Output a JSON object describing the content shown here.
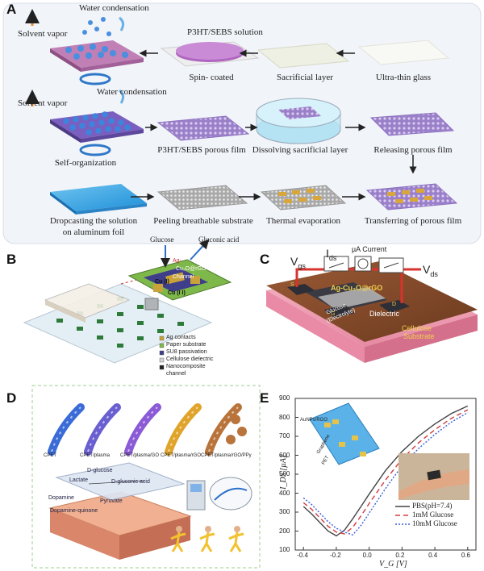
{
  "panels": {
    "a": "A",
    "b": "B",
    "c": "C",
    "d": "D",
    "e": "E"
  },
  "a": {
    "water_condensation_1": "Water condensation",
    "solvent_vapor_1": "Solvent vapor",
    "p3ht_sebs_solution": "P3HT/SEBS solution",
    "spin_coated": "Spin-  coated",
    "sacrificial_layer": "Sacrificial layer",
    "ultra_thin_glass": "Ultra-thin glass",
    "solvent_vapor_2": "Solvent vapor",
    "water_condensation_2": "Water condensation",
    "self_organization": "Self-organization",
    "porous_film": "P3HT/SEBS porous film",
    "dissolving": "Dissolving sacrificial layer",
    "releasing": "Releasing porous film",
    "dropcasting_1": "Dropcasting the solution",
    "dropcasting_2": "on aluminum foil",
    "peeling": "Peeling breathable substrate",
    "thermal": "Thermal evaporation",
    "transferring": "Transferring of porous film"
  },
  "b": {
    "glucose": "Glucose",
    "gluconic": "Gluconic acid",
    "ag": "Ag-",
    "cu_rgo": "Cu₂O@rGO",
    "channel": "Channel",
    "cu1": "Cu (I)",
    "cu2": "Cu (I I)",
    "legend": [
      "Ag contacts",
      "Paper substrate",
      "SU8 passivation",
      "Cellulose dielectric",
      "Nanocomposite",
      "channel"
    ],
    "legend_colors": [
      "#c9a23a",
      "#7fb84a",
      "#3e3e8a",
      "#cfd2d6",
      "#222222"
    ]
  },
  "c": {
    "vgs": "V",
    "vgs_sub": "gs",
    "ids": "I",
    "ids_sub": "ds",
    "current": "µA Current",
    "vds": "V",
    "vds_sub": "ds",
    "channel": "Ag-Cu₂O@rGO",
    "glucose": "Glucose",
    "electrolyte": "(Electrolyte)",
    "dielectric": "Dielectric",
    "cellulose": "Cellulose",
    "substrate": "Substrate",
    "s": "S",
    "g": "G",
    "d": "D"
  },
  "d": {
    "fibers": [
      "CPET",
      "CPET/plasma",
      "CPET/plasma/GO",
      "CPET/plasma/rGO",
      "CPET/plasma/rGO/PPy"
    ],
    "fiber_colors": [
      "#3a6bd6",
      "#6a5fd0",
      "#8b5ad6",
      "#e0a42a",
      "#b8743a"
    ],
    "molecules": [
      "D-glucose",
      "Lactate",
      "D-gluconic acid",
      "Dopamine",
      "Pyruvate",
      "Dopamine-quinone"
    ]
  },
  "e": {
    "chart_data": {
      "type": "line",
      "xlabel": "V_G [V]",
      "ylabel": "I_DS [µA]",
      "xlim": [
        -0.45,
        0.65
      ],
      "ylim": [
        100,
        900
      ],
      "xticks": [
        -0.4,
        -0.2,
        0.0,
        0.2,
        0.4,
        0.6
      ],
      "yticks": [
        100,
        200,
        300,
        400,
        500,
        600,
        700,
        800,
        900
      ],
      "series": [
        {
          "name": "PBS(pH=7.4)",
          "color": "#444444",
          "dash": "",
          "points": [
            [
              -0.4,
              330
            ],
            [
              -0.35,
              290
            ],
            [
              -0.3,
              245
            ],
            [
              -0.25,
              200
            ],
            [
              -0.2,
              175
            ],
            [
              -0.15,
              205
            ],
            [
              -0.1,
              265
            ],
            [
              -0.05,
              330
            ],
            [
              0.0,
              395
            ],
            [
              0.1,
              520
            ],
            [
              0.2,
              620
            ],
            [
              0.3,
              700
            ],
            [
              0.4,
              765
            ],
            [
              0.5,
              820
            ],
            [
              0.6,
              860
            ]
          ]
        },
        {
          "name": "1mM Glucose",
          "color": "#d43b3b",
          "dash": "6,4",
          "points": [
            [
              -0.4,
              350
            ],
            [
              -0.35,
              315
            ],
            [
              -0.3,
              270
            ],
            [
              -0.25,
              225
            ],
            [
              -0.2,
              195
            ],
            [
              -0.15,
              185
            ],
            [
              -0.1,
              220
            ],
            [
              -0.05,
              280
            ],
            [
              0.0,
              345
            ],
            [
              0.1,
              470
            ],
            [
              0.2,
              580
            ],
            [
              0.3,
              665
            ],
            [
              0.4,
              735
            ],
            [
              0.5,
              795
            ],
            [
              0.6,
              840
            ]
          ]
        },
        {
          "name": "10mM Glucose",
          "color": "#3a5ed8",
          "dash": "2,2",
          "points": [
            [
              -0.4,
              375
            ],
            [
              -0.35,
              340
            ],
            [
              -0.3,
              295
            ],
            [
              -0.25,
              250
            ],
            [
              -0.2,
              215
            ],
            [
              -0.15,
              195
            ],
            [
              -0.1,
              180
            ],
            [
              -0.05,
              230
            ],
            [
              0.0,
              295
            ],
            [
              0.1,
              425
            ],
            [
              0.2,
              545
            ],
            [
              0.3,
              635
            ],
            [
              0.4,
              710
            ],
            [
              0.5,
              775
            ],
            [
              0.6,
              825
            ]
          ]
        }
      ]
    },
    "inset_labels": [
      "AuNPs/RGO",
      "Graphene",
      "PET"
    ]
  }
}
